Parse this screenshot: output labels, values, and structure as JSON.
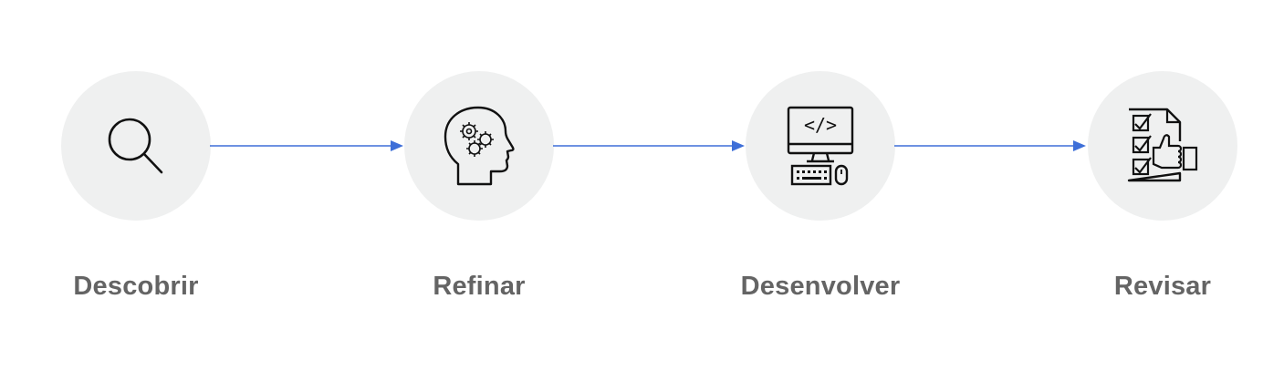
{
  "diagram": {
    "type": "process-flow",
    "direction": "left-to-right",
    "colors": {
      "circle_fill": "#eff0f0",
      "arrow": "#3e6fd8",
      "label": "#646464",
      "icon_stroke": "#111111"
    },
    "steps": [
      {
        "label": "Descobrir",
        "icon": "magnifying-glass-icon"
      },
      {
        "label": "Refinar",
        "icon": "head-with-gears-icon"
      },
      {
        "label": "Desenvolver",
        "icon": "computer-code-icon"
      },
      {
        "label": "Revisar",
        "icon": "checklist-thumbs-up-icon"
      }
    ],
    "connectors": [
      {
        "from": 0,
        "to": 1
      },
      {
        "from": 1,
        "to": 2
      },
      {
        "from": 2,
        "to": 3
      }
    ]
  }
}
